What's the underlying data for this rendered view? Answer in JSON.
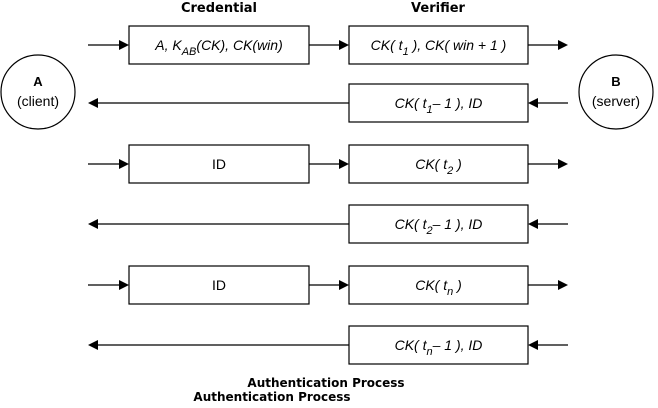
{
  "headers": {
    "credential": "Credential",
    "verifier": "Verifier"
  },
  "client": {
    "letter": "A",
    "role": "(client)"
  },
  "server": {
    "letter": "B",
    "role": "(server)"
  },
  "rows": [
    {
      "direction": "right",
      "credential": {
        "segments": [
          {
            "t": "A, K"
          },
          {
            "t": "AB",
            "sub": true
          },
          {
            "t": "(CK), CK(win)"
          }
        ]
      },
      "verifier": {
        "segments": [
          {
            "t": "CK( t"
          },
          {
            "t": "1",
            "sub": true
          },
          {
            "t": " ), CK( win + 1 )"
          }
        ]
      }
    },
    {
      "direction": "left",
      "verifier": {
        "segments": [
          {
            "t": "CK( t"
          },
          {
            "t": "1",
            "sub": true
          },
          {
            "t": "– 1 ), ID"
          }
        ]
      }
    },
    {
      "direction": "right",
      "credential": {
        "plain": true,
        "segments": [
          {
            "t": "ID"
          }
        ]
      },
      "verifier": {
        "segments": [
          {
            "t": "CK( t"
          },
          {
            "t": "2",
            "sub": true
          },
          {
            "t": " )"
          }
        ]
      }
    },
    {
      "direction": "left",
      "verifier": {
        "segments": [
          {
            "t": "CK( t"
          },
          {
            "t": "2",
            "sub": true
          },
          {
            "t": "– 1 ), ID"
          }
        ]
      }
    },
    {
      "direction": "right",
      "credential": {
        "plain": true,
        "segments": [
          {
            "t": "ID"
          }
        ]
      },
      "verifier": {
        "segments": [
          {
            "t": "CK( t"
          },
          {
            "t": "n",
            "sub": true
          },
          {
            "t": " )"
          }
        ]
      }
    },
    {
      "direction": "left",
      "verifier": {
        "segments": [
          {
            "t": "CK( t"
          },
          {
            "t": "n",
            "sub": true
          },
          {
            "t": "– 1 ), ID"
          }
        ]
      }
    }
  ],
  "captions": [
    "Authentication Process",
    "Authentication Process"
  ]
}
